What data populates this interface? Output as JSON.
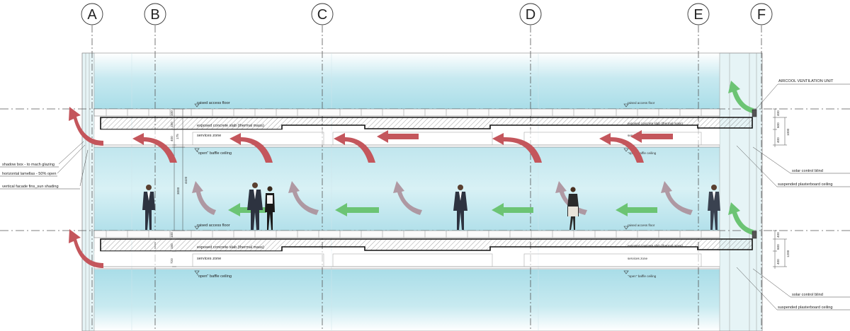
{
  "grid_labels": [
    "A",
    "B",
    "C",
    "D",
    "E",
    "F"
  ],
  "zones": {
    "raised_floor": "raised access floor",
    "slab": "exposed concrete slab (thermal mass)",
    "services": "services zone",
    "ceiling": "\"open\" baffle ceiling"
  },
  "callouts_left": {
    "shadow_box": "shadow box - to mach glazing",
    "lamellas": "horizontal lamellas - 50% open",
    "fins": "vertical facade fins_sun shading"
  },
  "callouts_right": {
    "aircool": "AIRCOOL VENTILATION UNIT",
    "blind_upper": "solar control blind",
    "plasterboard_upper": "suspended plasterboard ceiling",
    "blind_lower": "solar control blind",
    "plasterboard_lower": "suspended plasterboard ceiling"
  },
  "dimensions": {
    "floor_to_ceiling": "3000",
    "floor_to_floor": "4420",
    "d100": "100",
    "d150": "150",
    "d400": "400",
    "d175": "175",
    "d1000": "1000",
    "d600": "600",
    "d720": "720",
    "d1200": "1200"
  },
  "colors": {
    "glazing": "#bfe6ee",
    "exhaust_arrow": "#c4565c",
    "supply_arrow": "#6cc474",
    "return_arrow": "#a98a94",
    "grid_line": "#555555",
    "slab_hatch": "#777777"
  }
}
